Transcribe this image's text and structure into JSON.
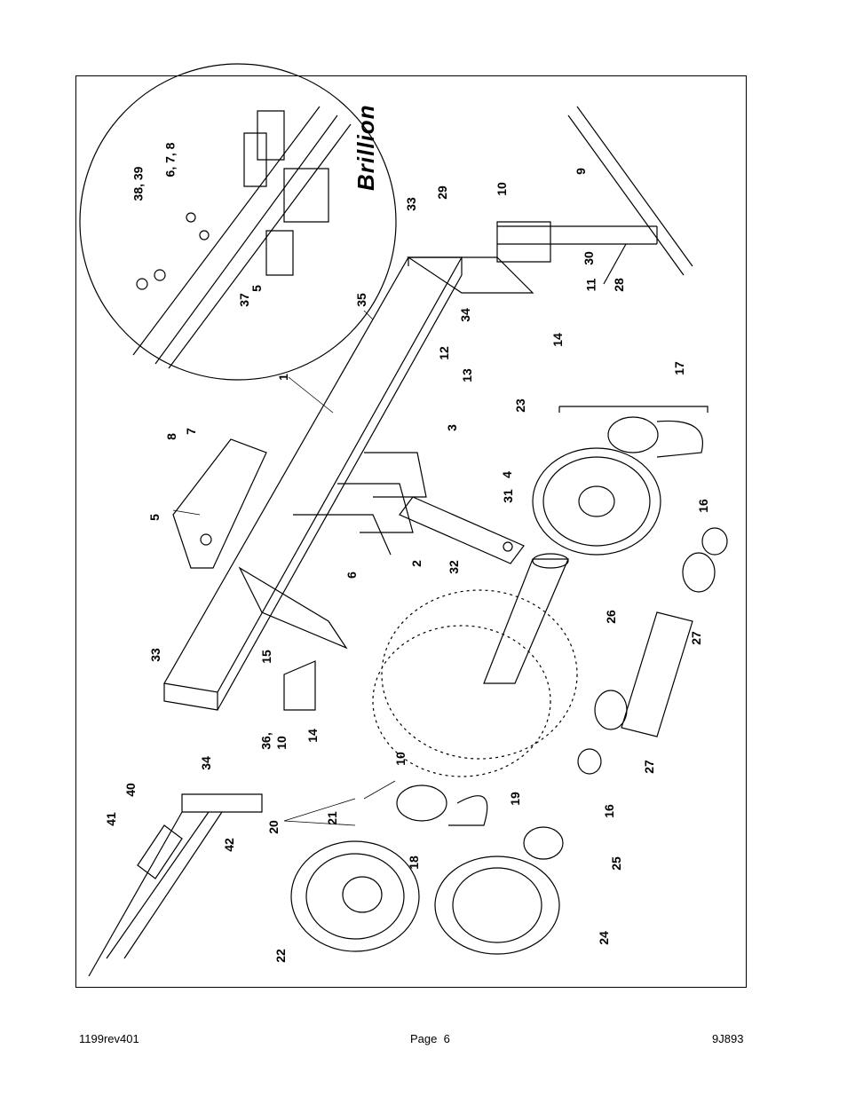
{
  "document": {
    "footer": {
      "left": "1199rev401",
      "center": "Page  6",
      "right": "9J893"
    },
    "logo_text": "Brillion"
  },
  "callouts": {
    "c1": "1",
    "c2": "2",
    "c3": "3",
    "c4": "4",
    "c5": "5",
    "c5b": "5",
    "c6": "6",
    "c7": "7",
    "c8": "8",
    "c9": "9",
    "c10": "10",
    "c10b": "10",
    "c11": "11",
    "c12": "12",
    "c13": "13",
    "c14": "14",
    "c14b": "14",
    "c15": "15",
    "c16": "16",
    "c16b": "16",
    "c17": "17",
    "c18": "18",
    "c19": "19",
    "c20": "20",
    "c21": "21",
    "c22": "22",
    "c23": "23",
    "c24": "24",
    "c25": "25",
    "c26": "26",
    "c27": "27",
    "c27b": "27",
    "c28": "28",
    "c29": "29",
    "c30": "30",
    "c31": "31",
    "c32": "32",
    "c33": "33",
    "c33b": "33",
    "c34": "34",
    "c34b": "34",
    "c35": "35",
    "c36": "36,",
    "c36b": "10",
    "c37": "37",
    "c3839": "38, 39",
    "c678": "6, 7, 8",
    "c40": "40",
    "c41": "41",
    "c42": "42"
  }
}
